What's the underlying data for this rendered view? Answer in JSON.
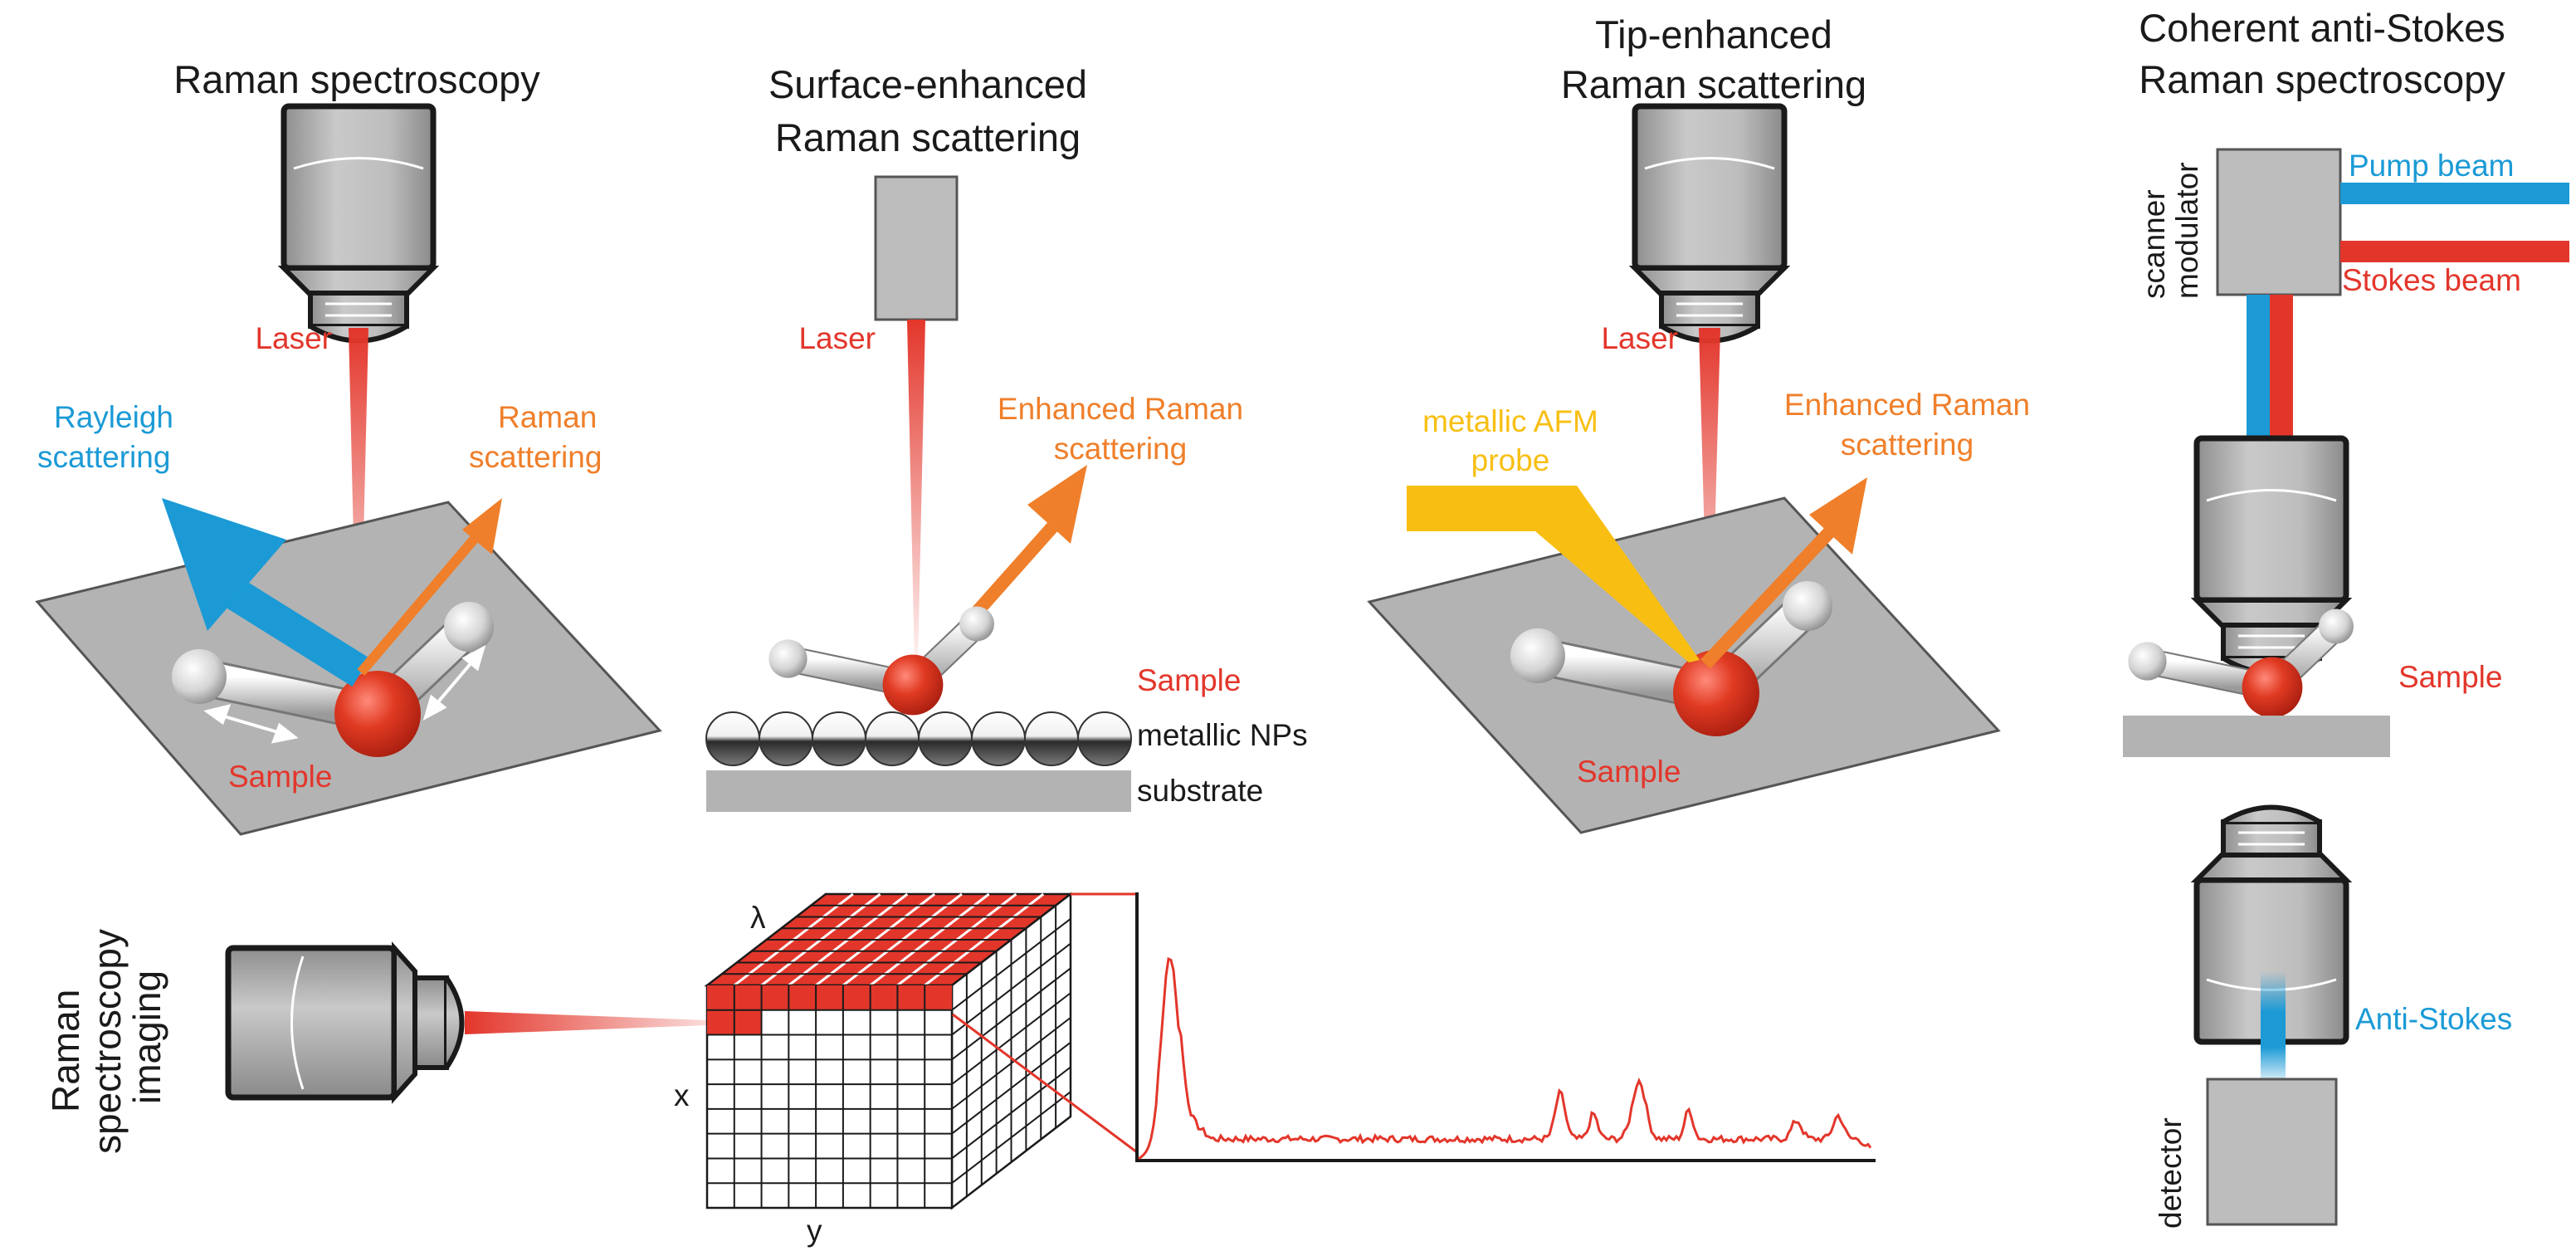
{
  "colors": {
    "laser_red": "#e3362b",
    "raman_orange": "#ef7f2a",
    "rayleigh_blue": "#1b9ad6",
    "probe_yellow": "#f8bf12",
    "objective_gray": "#b5b5b5",
    "stage_gray": "#b3b3b3"
  },
  "panels": {
    "raman": {
      "title": "Raman spectroscopy",
      "laser": "Laser",
      "rayleigh": [
        "Rayleigh",
        "scattering"
      ],
      "raman_scattering": [
        "Raman",
        "scattering"
      ],
      "sample": "Sample"
    },
    "sers": {
      "title": [
        "Surface-enhanced",
        "Raman scattering"
      ],
      "laser": "Laser",
      "enhanced": [
        "Enhanced Raman",
        "scattering"
      ],
      "sample": "Sample",
      "nps": "metallic NPs",
      "substrate": "substrate"
    },
    "ters": {
      "title": [
        "Tip-enhanced",
        "Raman scattering"
      ],
      "laser": "Laser",
      "probe": [
        "metallic AFM",
        "probe"
      ],
      "enhanced": [
        "Enhanced Raman",
        "scattering"
      ],
      "sample": "Sample"
    },
    "cars": {
      "title": [
        "Coherent anti-Stokes",
        "Raman spectroscopy"
      ],
      "scanner": [
        "scanner",
        "modulator"
      ],
      "pump": "Pump beam",
      "stokes": "Stokes beam",
      "sample": "Sample",
      "antistokes": "Anti-Stokes",
      "detector": "detector"
    },
    "imaging": {
      "label": [
        "Raman",
        "spectroscopy",
        "imaging"
      ],
      "lambda": "λ",
      "x": "x",
      "y": "y"
    }
  },
  "icons": [
    "microscope-objective-icon",
    "water-molecule-icon",
    "arrow-icon"
  ]
}
